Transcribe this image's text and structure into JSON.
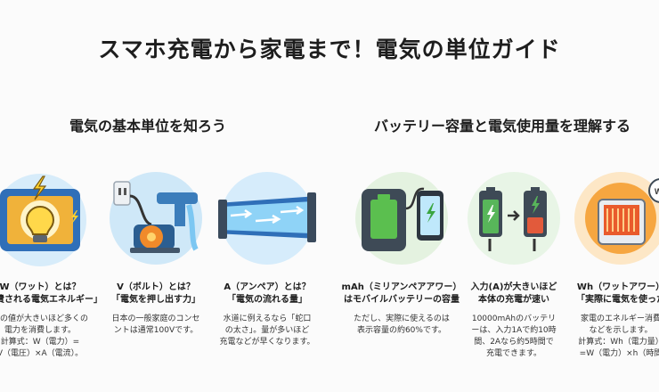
{
  "page": {
    "title": "スマホ充電から家電まで！電気の単位ガイド"
  },
  "sections": {
    "left": "電気の基本単位を知ろう",
    "right": "バッテリー容量と電気使用量を理解する"
  },
  "cards": [
    {
      "id": "watt",
      "title_line1": "W（ワット）とは？",
      "title_line2": "「消費される電気エネルギー」",
      "desc_line1": "この値が大きいほど多くの",
      "desc_line2": "電力を消費します。",
      "desc_line3": "計算式：W（電力）=",
      "desc_line4": "V（電圧）×A（電流）。",
      "icon": "light-bulb-circuit-icon",
      "color": "#2f6fb8"
    },
    {
      "id": "volt",
      "title_line1": "V（ボルト）とは？",
      "title_line2": "「電気を押し出す力」",
      "desc_line1": "日本の一般家庭のコンセ",
      "desc_line2": "ントは通常100Vです。",
      "icon": "pump-outlet-icon",
      "color": "#4a90c8"
    },
    {
      "id": "ampere",
      "title_line1": "A（アンペア）とは？",
      "title_line2": "「電気の流れる量」",
      "desc_line1": "水道に例えるなら「蛇口",
      "desc_line2": "の太さ」。量が多いほど",
      "desc_line3": "充電などが早くなります。",
      "icon": "water-pipe-icon",
      "color": "#5aa9e0"
    },
    {
      "id": "mah",
      "title_line1": "mAh（ミリアンペアアワー）",
      "title_line2": "はモバイルバッテリーの容量",
      "desc_line1": "ただし、実際に使えるのは",
      "desc_line2": "表示容量の約60%です。",
      "icon": "power-bank-phone-icon",
      "color": "#39a34a"
    },
    {
      "id": "input",
      "title_line1": "入力(A)が大きいほど",
      "title_line2": "本体の充電が速い",
      "desc_line1": "10000mAhのバッテリ",
      "desc_line2": "ーは、入力1Aで約10時",
      "desc_line3": "間、2Aなら約5時間で",
      "desc_line4": "充電できます。",
      "icon": "battery-charging-icon",
      "color": "#58b65a"
    },
    {
      "id": "wh",
      "title_line1": "Wh（ワットアワー）",
      "title_line2": "「実際に電気を使った",
      "desc_line1": "家電のエネルギー消費",
      "desc_line2": "などを示します。",
      "desc_line3": "計算式：Wh（電力量）",
      "desc_line4": "=W（電力）×h（時間",
      "icon": "heater-meter-icon",
      "color": "#f29a2e",
      "meter_label": "Wh"
    }
  ]
}
